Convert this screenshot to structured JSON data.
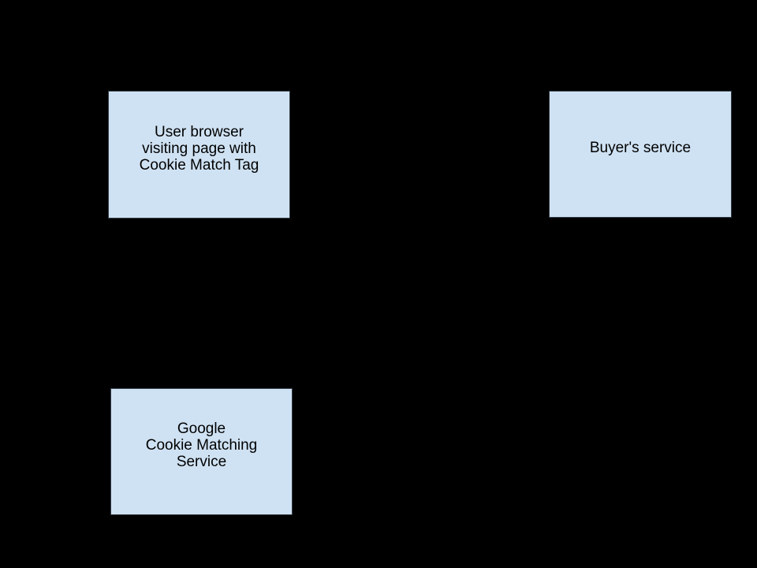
{
  "canvas": {
    "background_color": "#000000"
  },
  "diagram": {
    "style": {
      "box_fill": "#cfe2f3",
      "box_border": "#333b44",
      "text_color": "#000000"
    },
    "nodes": [
      {
        "id": "user-browser",
        "lines": [
          "User browser",
          "visiting page with",
          "Cookie Match Tag"
        ]
      },
      {
        "id": "buyers-service",
        "lines": [
          "Buyer's service"
        ]
      },
      {
        "id": "google-cookie-matching-service",
        "lines": [
          "Google",
          "Cookie Matching",
          "Service"
        ]
      }
    ]
  }
}
